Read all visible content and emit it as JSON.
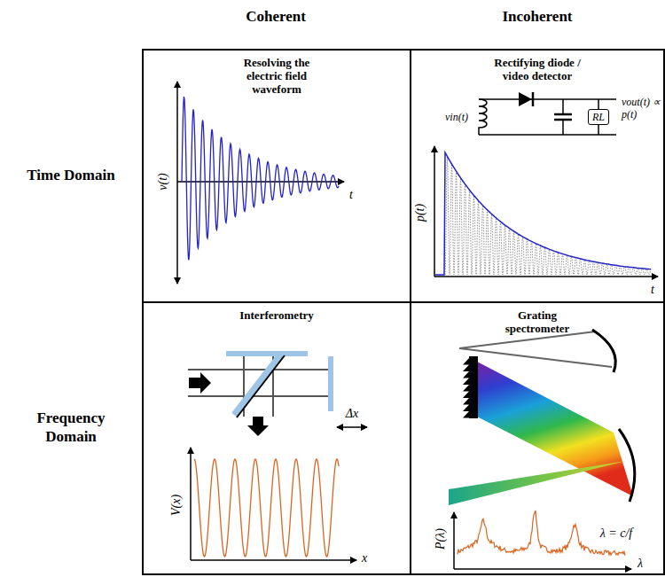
{
  "diagram": {
    "nodes": [
      {
        "text": [
          "Resolving the electric field waveform"
        ]
      },
      {
        "text": [
          "Rectifying diode / video detector"
        ]
      },
      {
        "text": [
          "RL"
        ],
        "in": 1
      },
      {
        "text": [
          "Interferometry"
        ]
      },
      {
        "text": [
          "Grating spectrometer"
        ]
      }
    ],
    "labels": [
      "Coherent",
      "Incoherent",
      "Time Domain",
      "Frequency Domain",
      "v(t)",
      "t",
      "vin(t)",
      "vout(t) ∝ p(t)",
      "p(t)",
      "t",
      "Δx",
      "V(x)",
      "x",
      "P(λ)",
      "λ = c/f",
      "λ"
    ]
  }
}
